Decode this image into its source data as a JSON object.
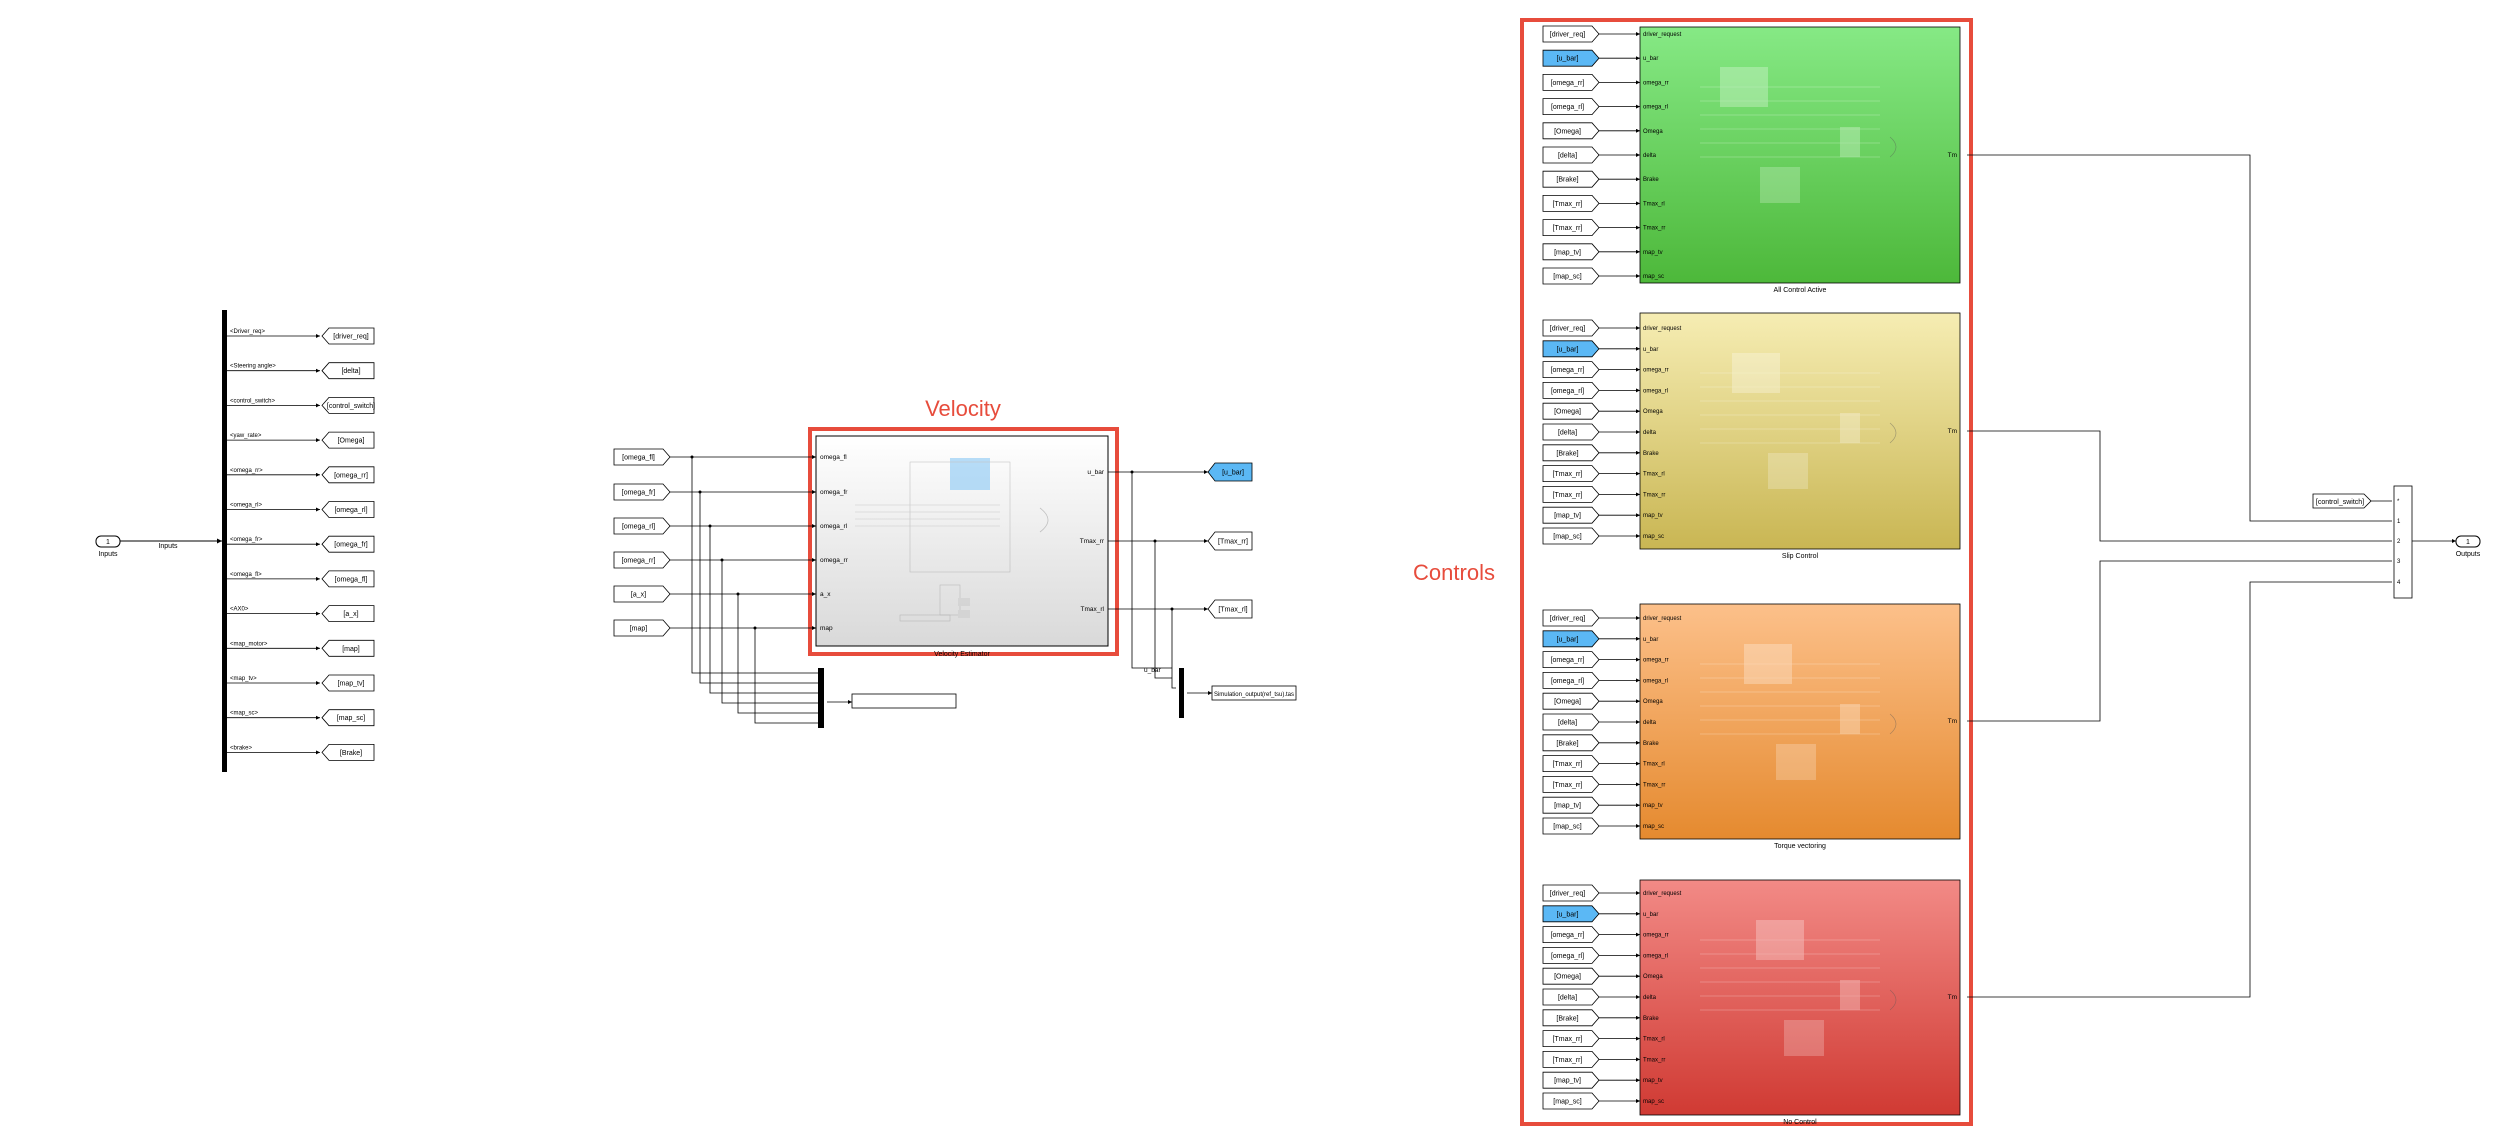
{
  "colors": {
    "accent": "#e74c3c",
    "goto_blue": "#5bb8f5",
    "velocity_fill_top": "#ffffff",
    "velocity_fill_bottom": "#d9d9d9",
    "all_control_top": "#86e985",
    "all_control_bottom": "#4db83a",
    "slip_top": "#f6edb3",
    "slip_bottom": "#c9b653",
    "tv_top": "#fcc08a",
    "tv_bottom": "#e58a2f",
    "nocontrol_top": "#f28a86",
    "nocontrol_bottom": "#d03a33"
  },
  "inputs_section": {
    "inport": {
      "number": "1",
      "label": "Inputs"
    },
    "signal_label": "Inputs",
    "bus_labels": [
      "<Driver_req>",
      "<Steering angle>",
      "<control_switch>",
      "<yaw_rate>",
      "<omega_rr>",
      "<omega_rl>",
      "<omega_fr>",
      "<omega_fl>",
      "<AX0>",
      "<map_motor>",
      "<map_tv>",
      "<map_sc>",
      "<brake>"
    ],
    "goto_tags": [
      "[driver_req]",
      "[delta]",
      "[control_switch]",
      "[Omega]",
      "[omega_rr]",
      "[omega_rl]",
      "[omega_fr]",
      "[omega_fl]",
      "[a_x]",
      "[map]",
      "[map_tv]",
      "[map_sc]",
      "[Brake]"
    ]
  },
  "velocity_section": {
    "title": "Velocity",
    "from_tags": [
      "[omega_fl]",
      "[omega_fr]",
      "[omega_rl]",
      "[omega_rr]",
      "[a_x]",
      "[map]"
    ],
    "input_ports": [
      "omega_fl",
      "omega_fr",
      "omega_rl",
      "omega_rr",
      "a_x",
      "map"
    ],
    "output_ports": [
      "u_bar",
      "Tmax_rr",
      "Tmax_rl"
    ],
    "block_name": "Velocity Estimator",
    "goto_outputs": [
      "[u_bar]",
      "[Tmax_rr]",
      "[Tmax_rl]"
    ],
    "mux_signal_label": "u_bar",
    "workspace_label": "Simulation_output(ref_tsu).tas"
  },
  "controls_section": {
    "title": "Controls",
    "from_tags": [
      "[driver_req]",
      "[u_bar]",
      "[omega_rr]",
      "[omega_rl]",
      "[Omega]",
      "[delta]",
      "[Brake]",
      "[Tmax_rr]",
      "[Tmax_rr]",
      "[map_tv]",
      "[map_sc]"
    ],
    "input_ports": [
      "driver_request",
      "u_bar",
      "omega_rr",
      "omega_rl",
      "Omega",
      "delta",
      "Brake",
      "Tmax_rl",
      "Tmax_rr",
      "map_tv",
      "map_sc"
    ],
    "output_port": "Tm",
    "subsystems": [
      {
        "name": "All Control Active"
      },
      {
        "name": "Slip Control"
      },
      {
        "name": "Torque vectoring"
      },
      {
        "name": "No Control"
      }
    ]
  },
  "output_section": {
    "from_tag": "[control_switch]",
    "switch_ports": [
      "*",
      "1",
      "2",
      "3",
      "4"
    ],
    "outport": {
      "number": "1",
      "label": "Outputs"
    }
  }
}
